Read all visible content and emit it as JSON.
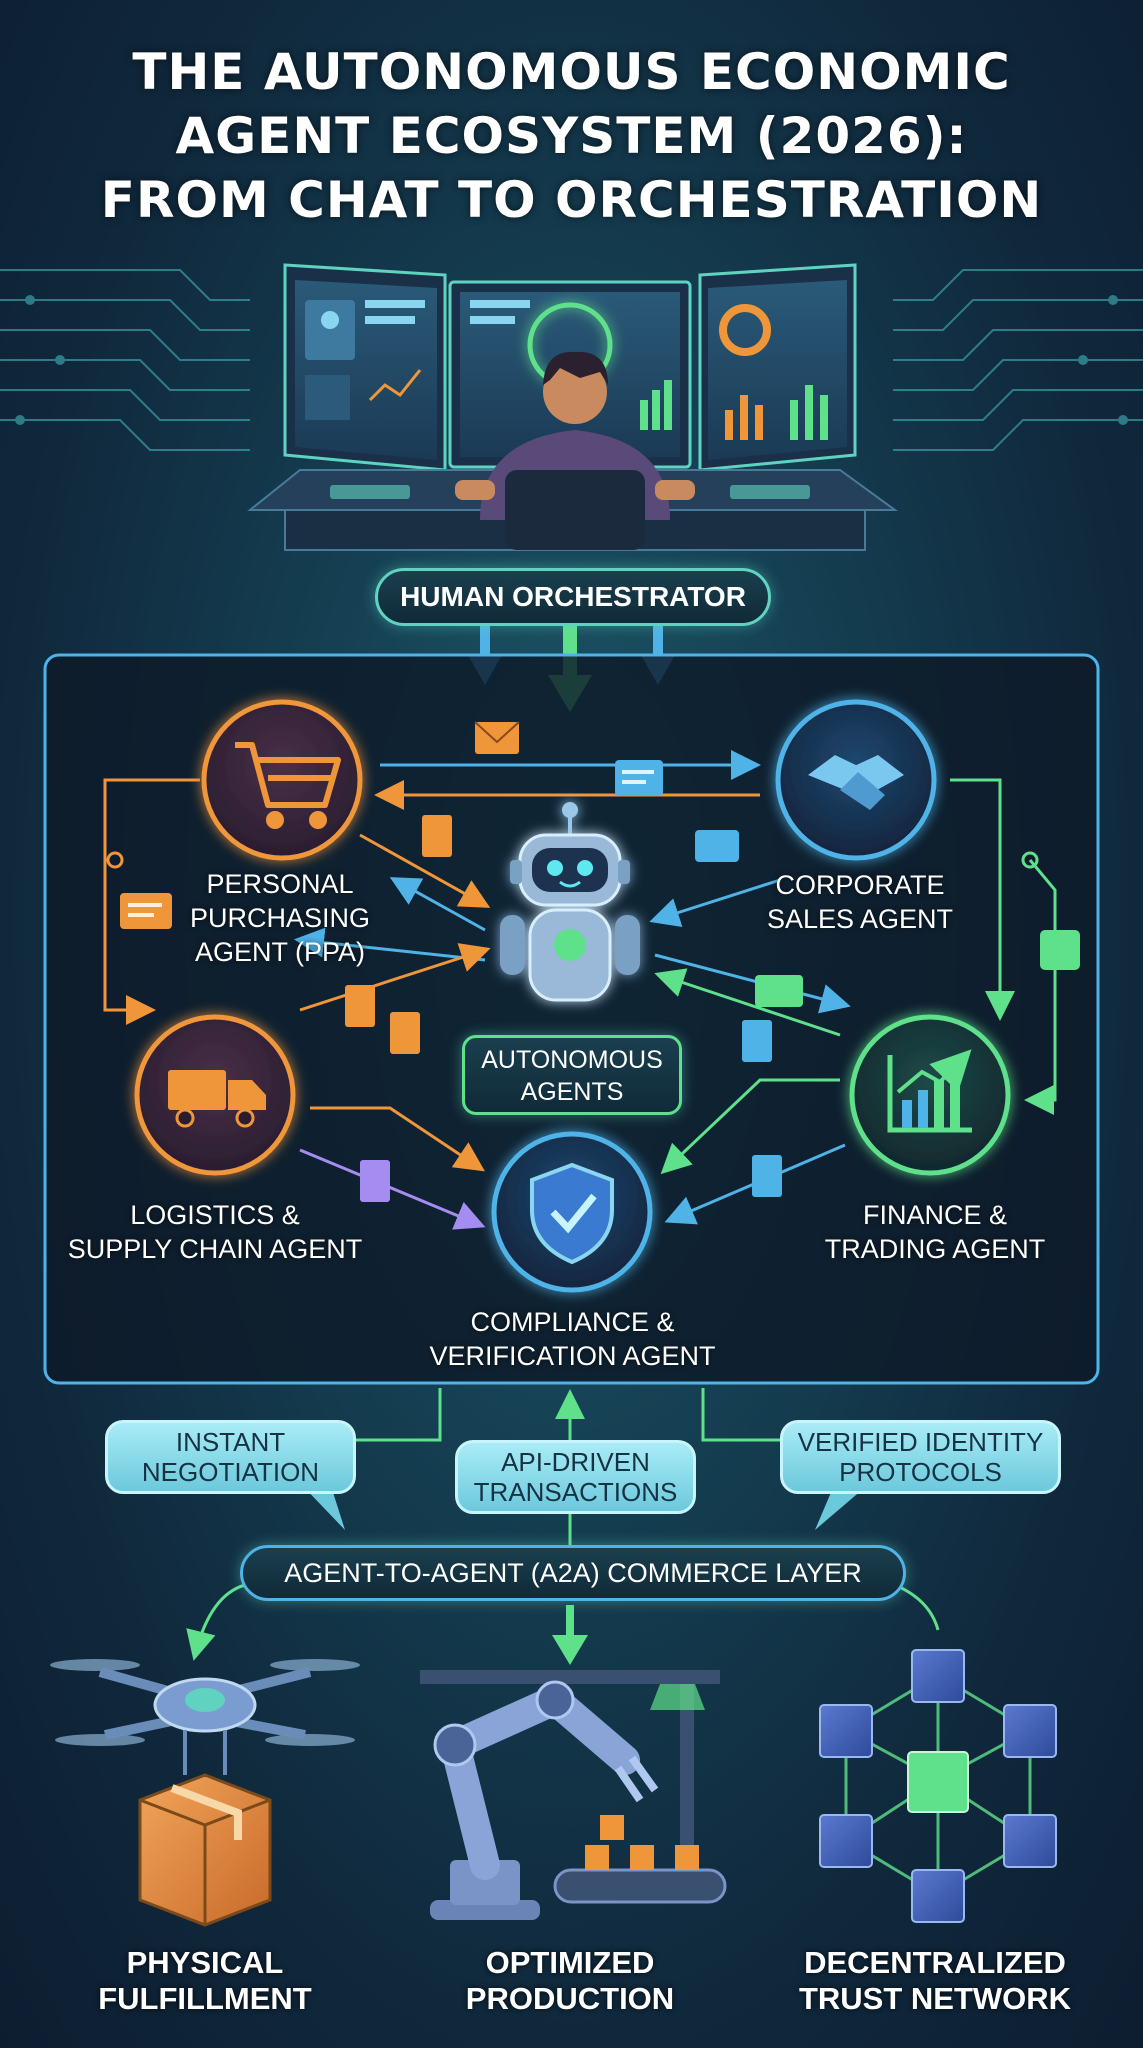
{
  "title": {
    "line1": "THE AUTONOMOUS ECONOMIC",
    "line2": "AGENT ECOSYSTEM (2026):",
    "line3": "FROM CHAT TO ORCHESTRATION"
  },
  "orchestrator_label": "HUMAN ORCHESTRATOR",
  "center_label": {
    "line1": "AUTONOMOUS",
    "line2": "AGENTS"
  },
  "agents": {
    "ppa": {
      "line1": "PERSONAL",
      "line2": "PURCHASING",
      "line3": "AGENT (PPA)"
    },
    "sales": {
      "line1": "CORPORATE",
      "line2": "SALES AGENT"
    },
    "logistics": {
      "line1": "LOGISTICS &",
      "line2": "SUPPLY CHAIN AGENT"
    },
    "finance": {
      "line1": "FINANCE &",
      "line2": "TRADING AGENT"
    },
    "compliance": {
      "line1": "COMPLIANCE &",
      "line2": "VERIFICATION AGENT"
    }
  },
  "bubbles": [
    {
      "line1": "INSTANT",
      "line2": "NEGOTIATION"
    },
    {
      "line1": "API-DRIVEN",
      "line2": "TRANSACTIONS"
    },
    {
      "line1": "VERIFIED IDENTITY",
      "line2": "PROTOCOLS"
    }
  ],
  "layer_label": "AGENT-TO-AGENT (A2A) COMMERCE LAYER",
  "outcomes": [
    {
      "line1": "PHYSICAL",
      "line2": "FULFILLMENT"
    },
    {
      "line1": "OPTIMIZED",
      "line2": "PRODUCTION"
    },
    {
      "line1": "DECENTRALIZED",
      "line2": "TRUST NETWORK"
    }
  ],
  "colors": {
    "orange": "#f0963a",
    "blue": "#4fb3e8",
    "green": "#5fe08a",
    "teal": "#5fd3c0",
    "purple": "#a58cf0"
  }
}
